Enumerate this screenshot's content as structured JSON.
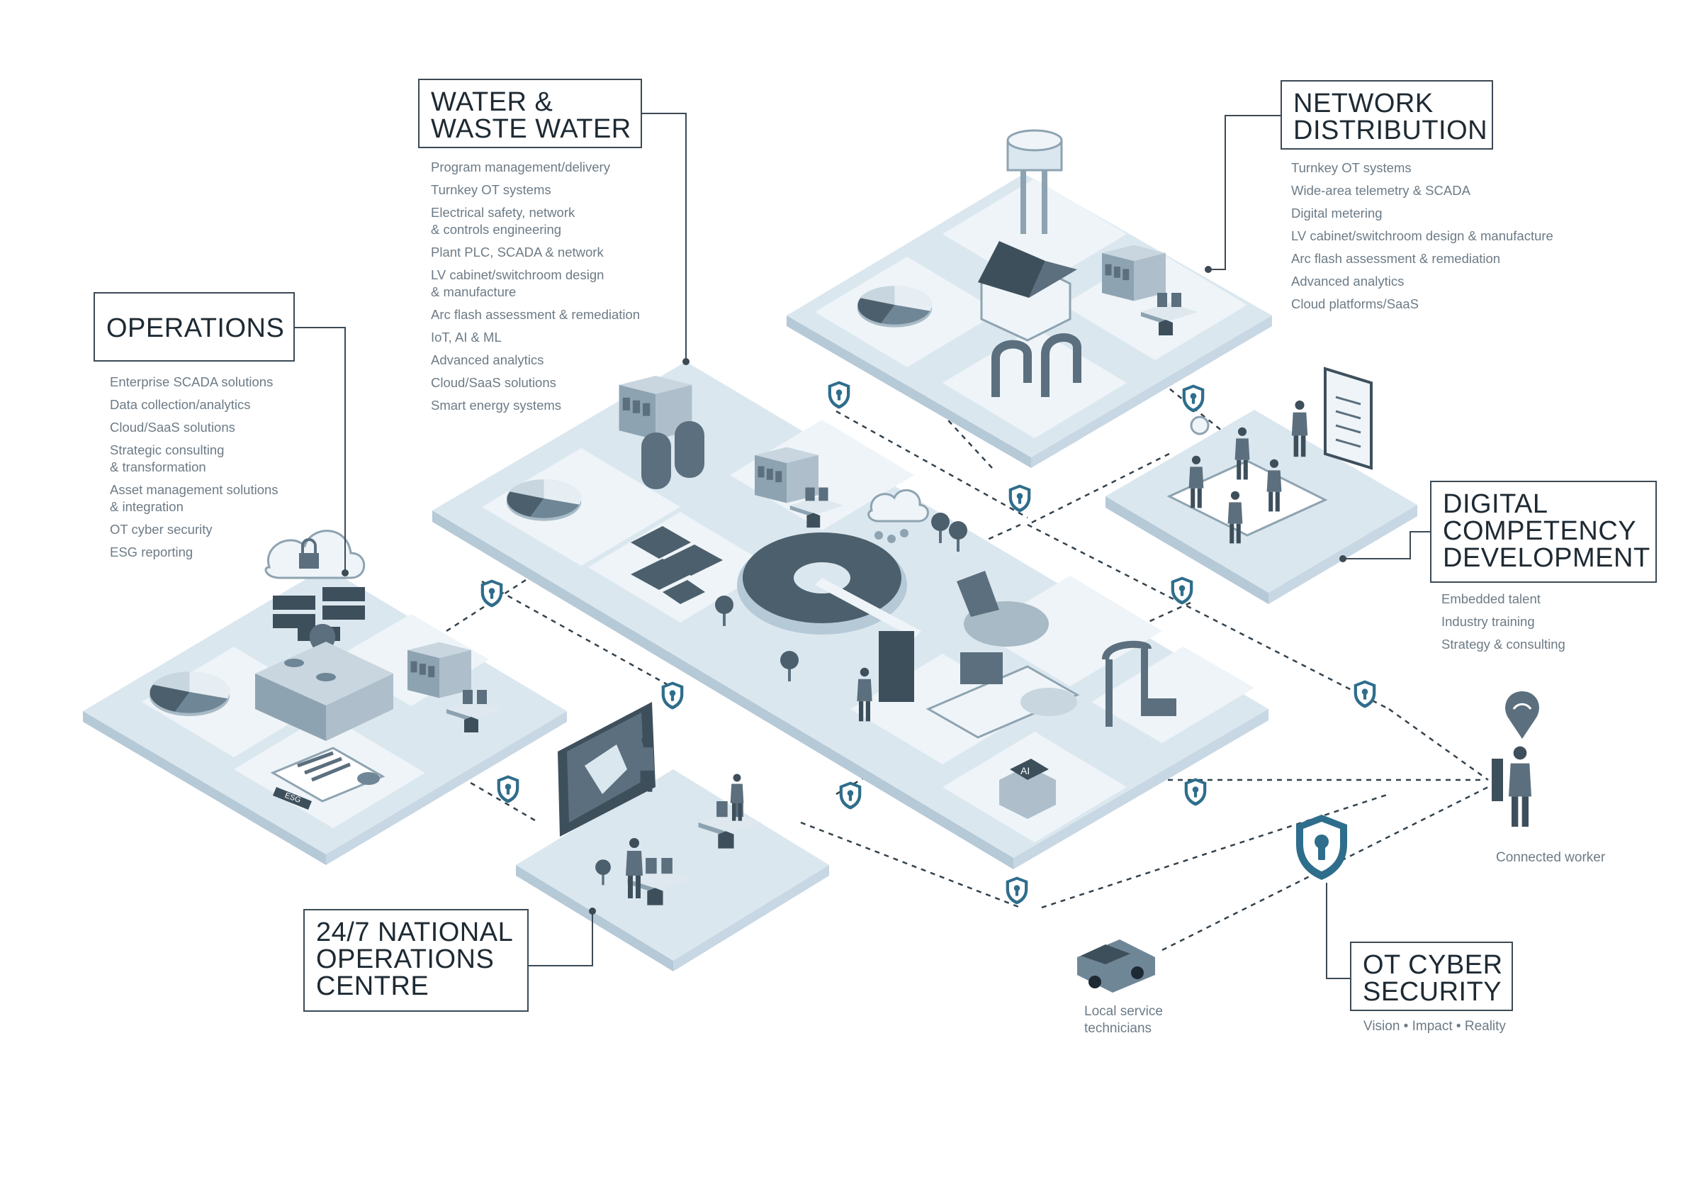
{
  "sections": {
    "water": {
      "title_lines": [
        "WATER &",
        "WASTE WATER"
      ],
      "items": [
        "Program management/delivery",
        "Turnkey OT systems",
        "Electrical safety, network\n& controls engineering",
        "Plant PLC, SCADA & network",
        "LV cabinet/switchroom design\n& manufacture",
        "Arc flash assessment & remediation",
        "IoT, AI & ML",
        "Advanced analytics",
        "Cloud/SaaS solutions",
        "Smart energy systems"
      ]
    },
    "network": {
      "title_lines": [
        "NETWORK",
        "DISTRIBUTION"
      ],
      "items": [
        "Turnkey OT systems",
        "Wide-area telemetry & SCADA",
        "Digital metering",
        "LV cabinet/switchroom design & manufacture",
        "Arc flash assessment & remediation",
        "Advanced analytics",
        "Cloud platforms/SaaS"
      ]
    },
    "operations": {
      "title_lines": [
        "OPERATIONS"
      ],
      "items": [
        "Enterprise SCADA solutions",
        "Data collection/analytics",
        "Cloud/SaaS solutions",
        "Strategic consulting\n& transformation",
        "Asset management solutions\n& integration",
        "OT cyber security",
        "ESG reporting"
      ]
    },
    "digital": {
      "title_lines": [
        "DIGITAL",
        "COMPETENCY",
        "DEVELOPMENT"
      ],
      "items": [
        "Embedded talent",
        "Industry training",
        "Strategy & consulting"
      ]
    },
    "noc": {
      "title_lines": [
        "24/7 NATIONAL",
        "OPERATIONS",
        "CENTRE"
      ]
    },
    "cyber": {
      "title_lines": [
        "OT CYBER",
        "SECURITY"
      ],
      "tagline": "Vision • Impact • Reality"
    }
  },
  "captions": {
    "connected_worker": "Connected worker",
    "technicians_lines": [
      "Local service",
      "technicians"
    ]
  },
  "illustration_labels": {
    "esg_sign": "ESG",
    "ai_chip": "AI"
  },
  "icons": [
    "cloud-lock-icon",
    "server-stack-icon",
    "wifi-pin-icon",
    "pie-chart-icon",
    "control-cabinet-icon",
    "operator-desk-icon",
    "document-check-icon",
    "water-tower-icon",
    "house-icon",
    "pump-icon",
    "solar-panel-icon",
    "clarifier-icon",
    "tree-icon",
    "storm-cloud-icon",
    "shield-lock-icon",
    "van-icon",
    "person-icon",
    "whiteboard-icon",
    "map-screen-icon"
  ],
  "colors": {
    "tile_top": "#dbe7ef",
    "tile_inner": "#eef4f8",
    "tile_left": "#b5c9d7",
    "tile_right": "#c7d7e3",
    "equipment": "#5b6f7e",
    "equipment_dark": "#3e4f5c",
    "shield": "#2f6d8c",
    "label_border": "#3c4a55",
    "label_text": "#1e2a33",
    "list_text": "#6d7b86",
    "connector": "#33424d"
  }
}
